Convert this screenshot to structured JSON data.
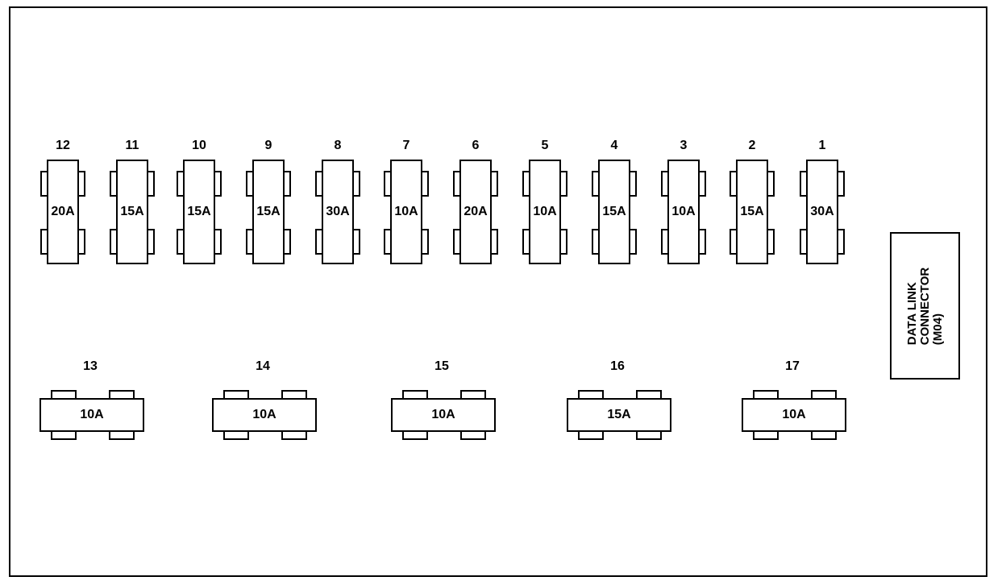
{
  "top_row": [
    {
      "number": "12",
      "rating": "20A"
    },
    {
      "number": "11",
      "rating": "15A"
    },
    {
      "number": "10",
      "rating": "15A"
    },
    {
      "number": "9",
      "rating": "15A"
    },
    {
      "number": "8",
      "rating": "30A"
    },
    {
      "number": "7",
      "rating": "10A"
    },
    {
      "number": "6",
      "rating": "20A"
    },
    {
      "number": "5",
      "rating": "10A"
    },
    {
      "number": "4",
      "rating": "15A"
    },
    {
      "number": "3",
      "rating": "10A"
    },
    {
      "number": "2",
      "rating": "15A"
    },
    {
      "number": "1",
      "rating": "30A"
    }
  ],
  "bottom_row": [
    {
      "number": "13",
      "rating": "10A"
    },
    {
      "number": "14",
      "rating": "10A"
    },
    {
      "number": "15",
      "rating": "10A"
    },
    {
      "number": "16",
      "rating": "15A"
    },
    {
      "number": "17",
      "rating": "10A"
    }
  ],
  "connector": {
    "line1": "DATA LINK",
    "line2": "CONNECTOR",
    "line3": "(M04)"
  }
}
